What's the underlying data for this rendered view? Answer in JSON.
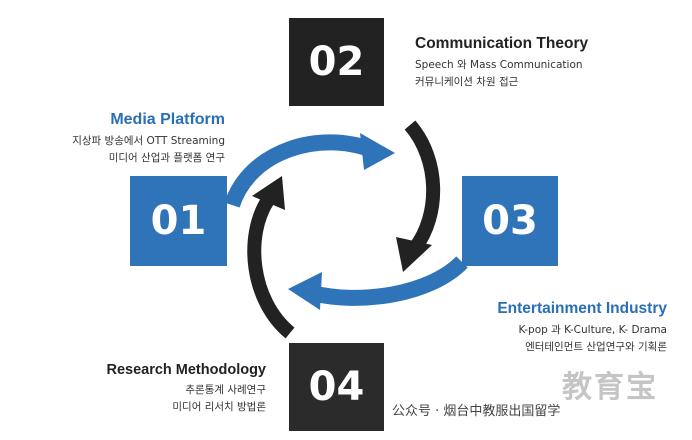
{
  "blocks": {
    "b01": "01",
    "b02": "02",
    "b03": "03",
    "b04": "04"
  },
  "sections": {
    "media_platform": {
      "title": "Media Platform",
      "line1": "지상파 방송에서 OTT Streaming",
      "line2": "미디어 산업과 플랫폼 연구"
    },
    "communication_theory": {
      "title": "Communication Theory",
      "line1": "Speech 와 Mass Communication",
      "line2": "커뮤니케이션 차원 접근"
    },
    "entertainment_industry": {
      "title": "Entertainment Industry",
      "line1": "K-pop 과 K-Culture, K- Drama",
      "line2": "엔터테인먼트 산업연구와 기획론"
    },
    "research_methodology": {
      "title": "Research Methodology",
      "line1": "추론통계 사례연구",
      "line2": "미디어 리서치 방법론"
    }
  },
  "watermark": {
    "text": "公众号 · 烟台中教服出国留学",
    "logo": "教育宝"
  },
  "colors": {
    "blue": "#2f73b8",
    "dark": "#222222"
  }
}
